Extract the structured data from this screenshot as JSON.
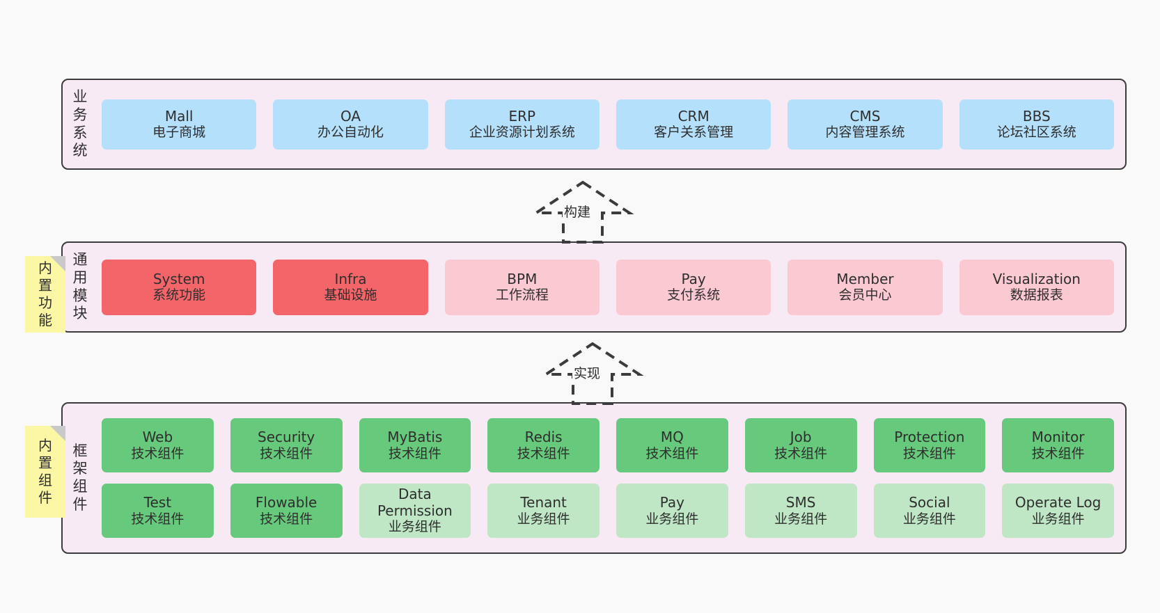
{
  "diagram": {
    "background_color": "#f9f9f9",
    "layer_bg_color": "#f8eaf5",
    "note_color": "#fbf7a4",
    "colors": {
      "blue": "#b5e0fb",
      "red": "#f4656a",
      "pink": "#fbc9d2",
      "green": "#67c97b",
      "light_green": "#bfe7c5"
    }
  },
  "layers": [
    {
      "id": "business",
      "title_chars": [
        "业",
        "务",
        "系",
        "统"
      ],
      "rows": [
        {
          "cells": [
            {
              "en": "Mall",
              "cn": "电子商城",
              "color": "blue"
            },
            {
              "en": "OA",
              "cn": "办公自动化",
              "color": "blue"
            },
            {
              "en": "ERP",
              "cn": "企业资源计划系统",
              "color": "blue"
            },
            {
              "en": "CRM",
              "cn": "客户关系管理",
              "color": "blue"
            },
            {
              "en": "CMS",
              "cn": "内容管理系统",
              "color": "blue"
            },
            {
              "en": "BBS",
              "cn": "论坛社区系统",
              "color": "blue"
            }
          ]
        }
      ]
    },
    {
      "id": "common",
      "title_chars": [
        "通",
        "用",
        "模",
        "块"
      ],
      "rows": [
        {
          "cells": [
            {
              "en": "System",
              "cn": "系统功能",
              "color": "red"
            },
            {
              "en": "Infra",
              "cn": "基础设施",
              "color": "red"
            },
            {
              "en": "BPM",
              "cn": "工作流程",
              "color": "pink"
            },
            {
              "en": "Pay",
              "cn": "支付系统",
              "color": "pink"
            },
            {
              "en": "Member",
              "cn": "会员中心",
              "color": "pink"
            },
            {
              "en": "Visualization",
              "cn": "数据报表",
              "color": "pink"
            }
          ]
        }
      ]
    },
    {
      "id": "framework",
      "title_chars": [
        "框",
        "架",
        "组",
        "件"
      ],
      "rows": [
        {
          "cells": [
            {
              "en": "Web",
              "cn": "技术组件",
              "color": "green"
            },
            {
              "en": "Security",
              "cn": "技术组件",
              "color": "green"
            },
            {
              "en": "MyBatis",
              "cn": "技术组件",
              "color": "green"
            },
            {
              "en": "Redis",
              "cn": "技术组件",
              "color": "green"
            },
            {
              "en": "MQ",
              "cn": "技术组件",
              "color": "green"
            },
            {
              "en": "Job",
              "cn": "技术组件",
              "color": "green"
            },
            {
              "en": "Protection",
              "cn": "技术组件",
              "color": "green"
            },
            {
              "en": "Monitor",
              "cn": "技术组件",
              "color": "green"
            }
          ]
        },
        {
          "cells": [
            {
              "en": "Test",
              "cn": "技术组件",
              "color": "green"
            },
            {
              "en": "Flowable",
              "cn": "技术组件",
              "color": "green"
            },
            {
              "en": "Data Permission",
              "cn": "业务组件",
              "color": "light_green",
              "wrap": true
            },
            {
              "en": "Tenant",
              "cn": "业务组件",
              "color": "light_green"
            },
            {
              "en": "Pay",
              "cn": "业务组件",
              "color": "light_green"
            },
            {
              "en": "SMS",
              "cn": "业务组件",
              "color": "light_green"
            },
            {
              "en": "Social",
              "cn": "业务组件",
              "color": "light_green"
            },
            {
              "en": "Operate Log",
              "cn": "业务组件",
              "color": "light_green"
            }
          ]
        }
      ]
    }
  ],
  "notes": [
    {
      "id": "builtin-func",
      "chars": [
        "内",
        "置",
        "功",
        "能"
      ]
    },
    {
      "id": "builtin-comp",
      "chars": [
        "内",
        "置",
        "组",
        "件"
      ]
    }
  ],
  "arrows": [
    {
      "id": "build",
      "label": "构建"
    },
    {
      "id": "impl",
      "label": "实现"
    }
  ]
}
